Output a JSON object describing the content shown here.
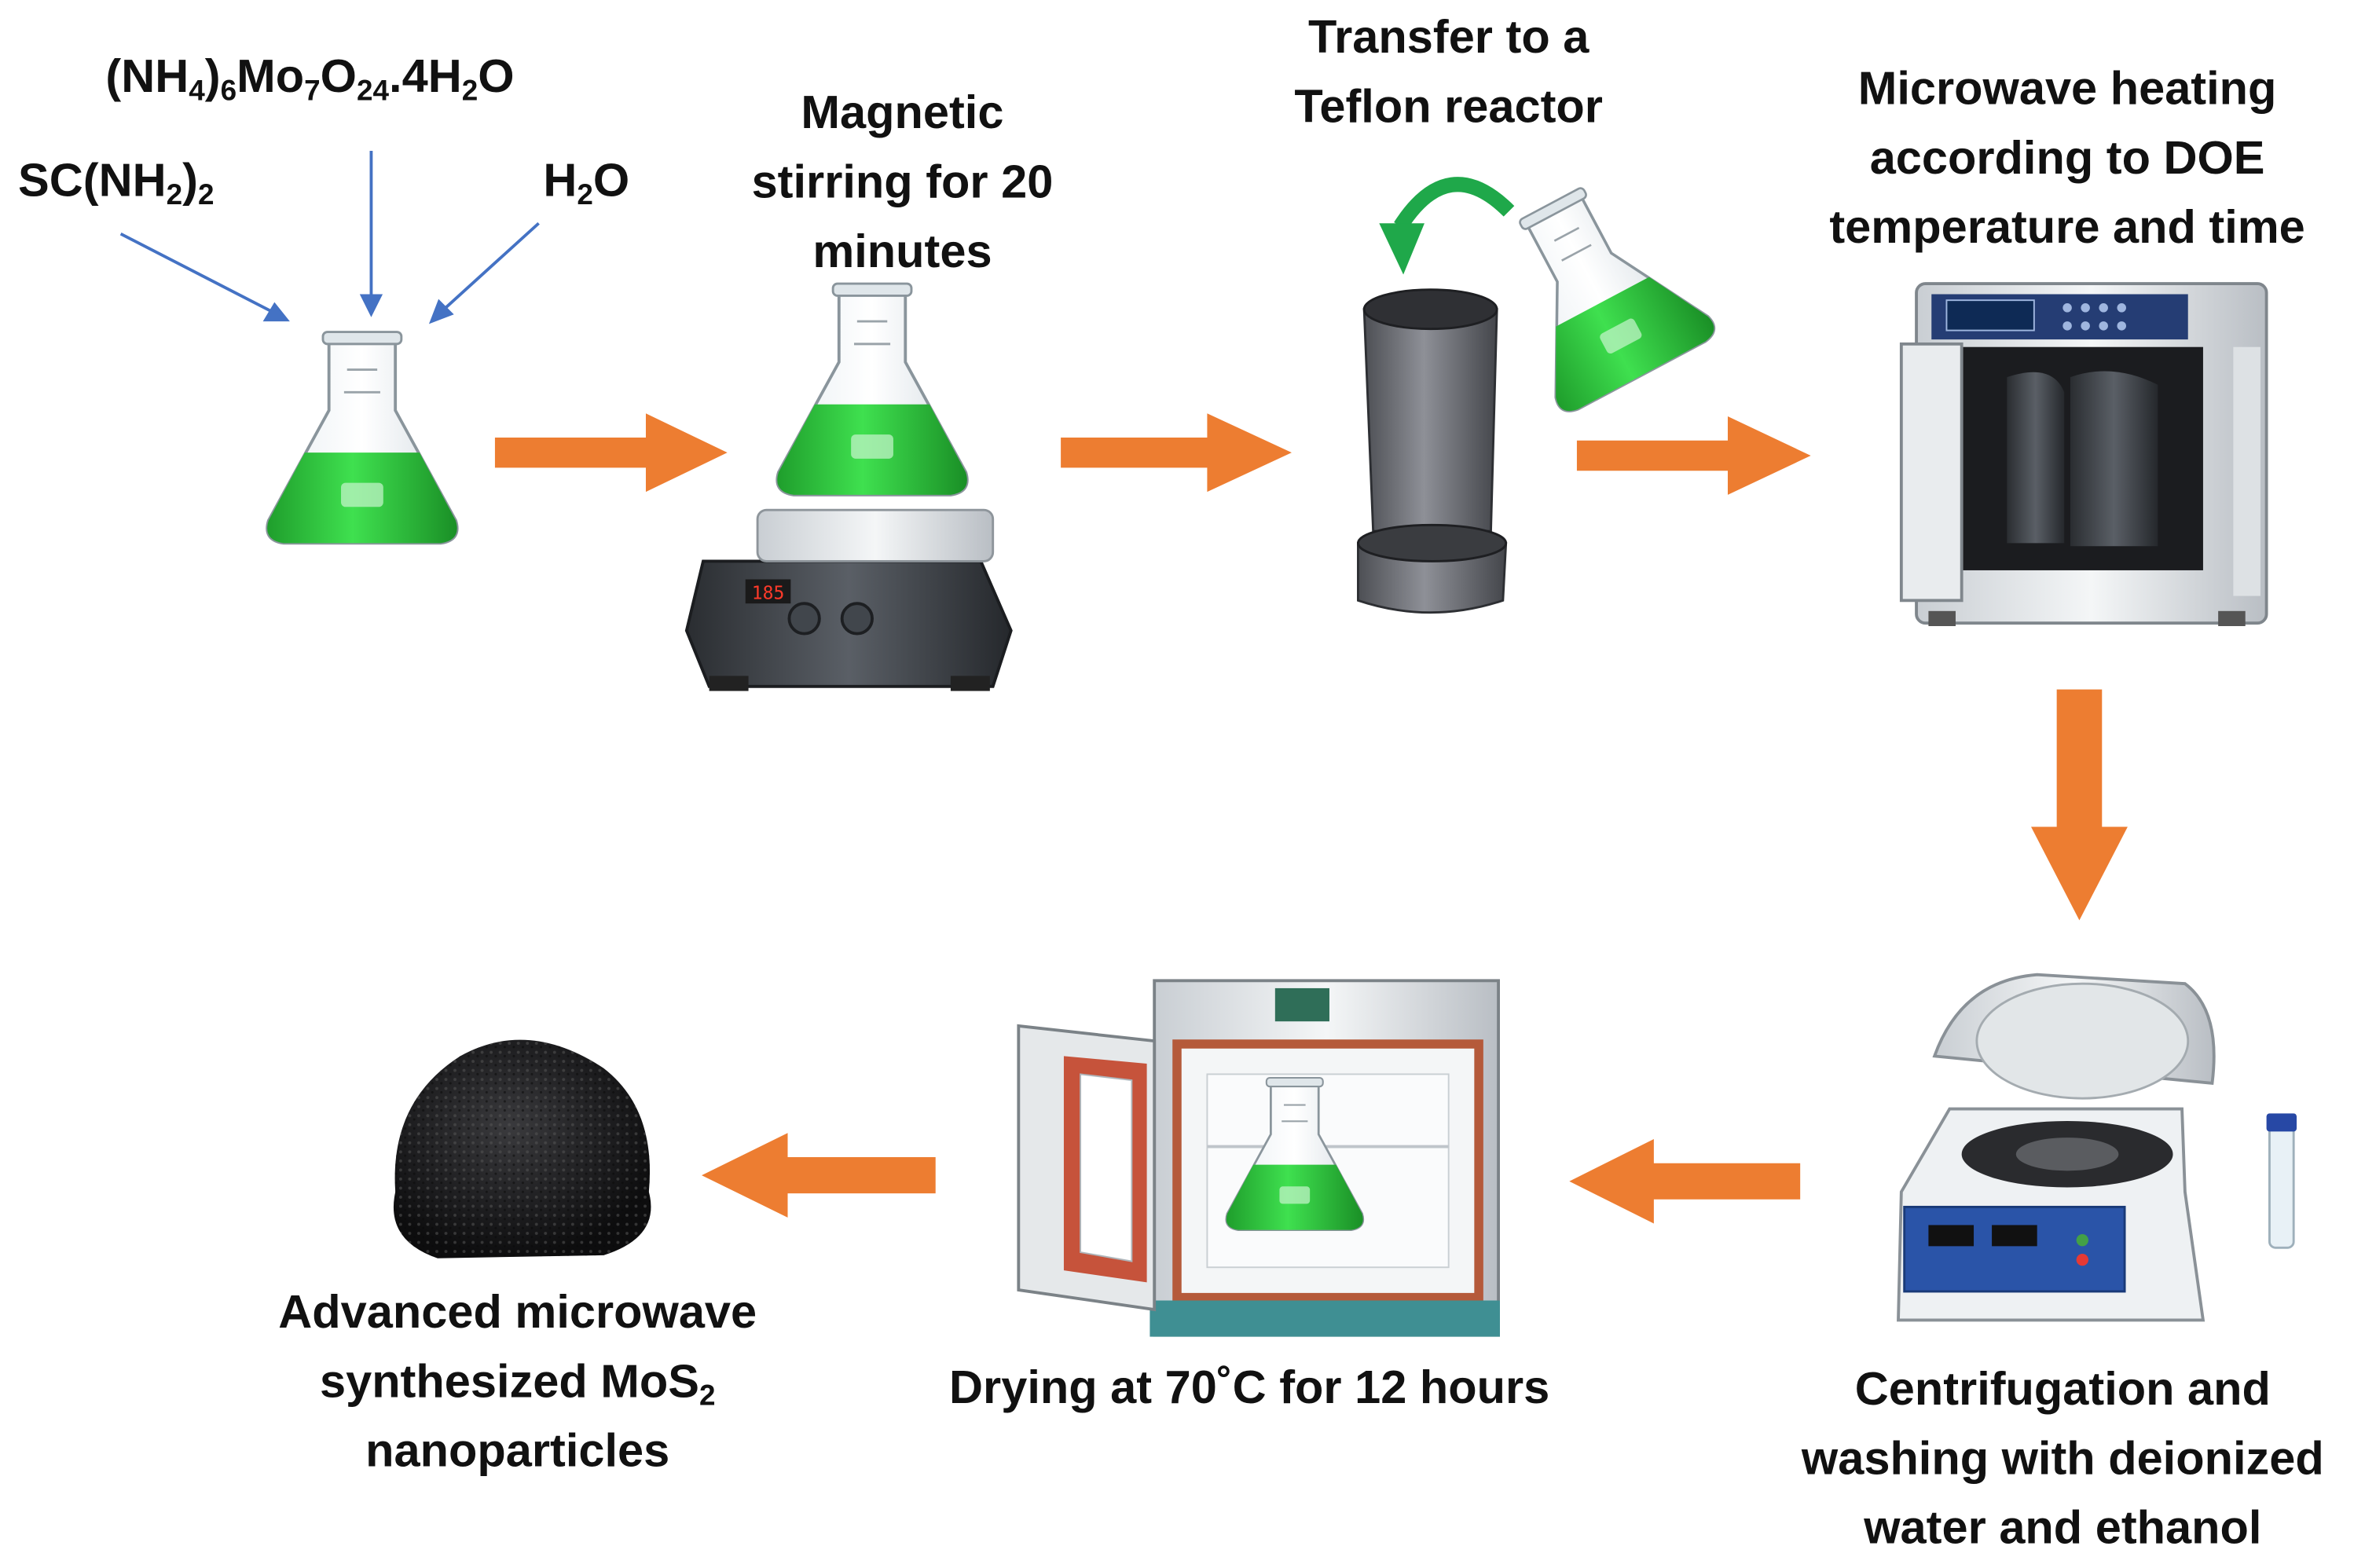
{
  "reagents": {
    "ammonium_molybdate": {
      "pre": "(NH",
      "s1": "4",
      "mid": ")",
      "s2": "6",
      "mo": "Mo",
      "s3": "7",
      "o": "O",
      "s4": "24",
      "post": ".4H",
      "s5": "2",
      "end": "O"
    },
    "thiourea": {
      "pre": "SC(NH",
      "s1": "2",
      "post": ")",
      "s2": "2"
    },
    "water": {
      "pre": "H",
      "s1": "2",
      "post": "O"
    }
  },
  "steps": {
    "stirring": [
      "Magnetic",
      "stirring for 20",
      "minutes"
    ],
    "transfer": [
      "Transfer to a",
      "Teflon reactor"
    ],
    "microwave": [
      "Microwave heating",
      "according to DOE",
      "temperature and time"
    ],
    "centrifuge": [
      "Centrifugation and",
      "washing with deionized",
      "water and ethanol"
    ],
    "drying": "Drying at 70˚C for 12 hours",
    "product": {
      "line1": "Advanced microwave",
      "line2_pre": "synthesized MoS",
      "line2_sub": "2",
      "line3": "nanoparticles"
    }
  },
  "device_text": {
    "hotplate_display": "185"
  },
  "colors": {
    "arrow_orange": "#ED7D31",
    "reagent_arrow_blue": "#4472C4",
    "solution_green": "#2ECC40",
    "transfer_arrow_green": "#1FA84A"
  }
}
